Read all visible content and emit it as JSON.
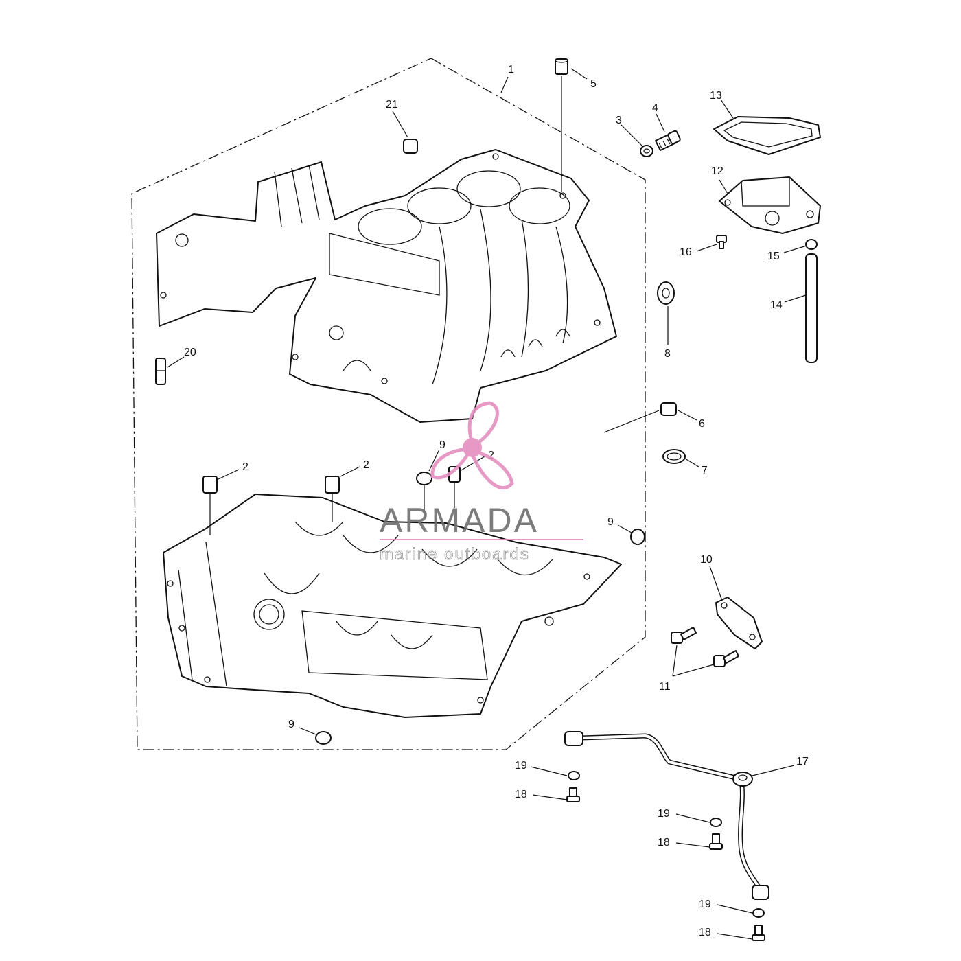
{
  "watermark": {
    "brand": "ARMADA",
    "tagline": "marine outboards",
    "accent_color": "#e48fbf"
  },
  "callouts": {
    "c1": "1",
    "c2a": "2",
    "c2b": "2",
    "c2c": "2",
    "c3": "3",
    "c4": "4",
    "c5": "5",
    "c6": "6",
    "c7": "7",
    "c8": "8",
    "c9a": "9",
    "c9b": "9",
    "c9c": "9",
    "c10": "10",
    "c11": "11",
    "c12": "12",
    "c13": "13",
    "c14": "14",
    "c15": "15",
    "c16": "16",
    "c17": "17",
    "c18a": "18",
    "c18b": "18",
    "c18c": "18",
    "c19a": "19",
    "c19b": "19",
    "c19c": "19",
    "c20": "20",
    "c21": "21"
  }
}
